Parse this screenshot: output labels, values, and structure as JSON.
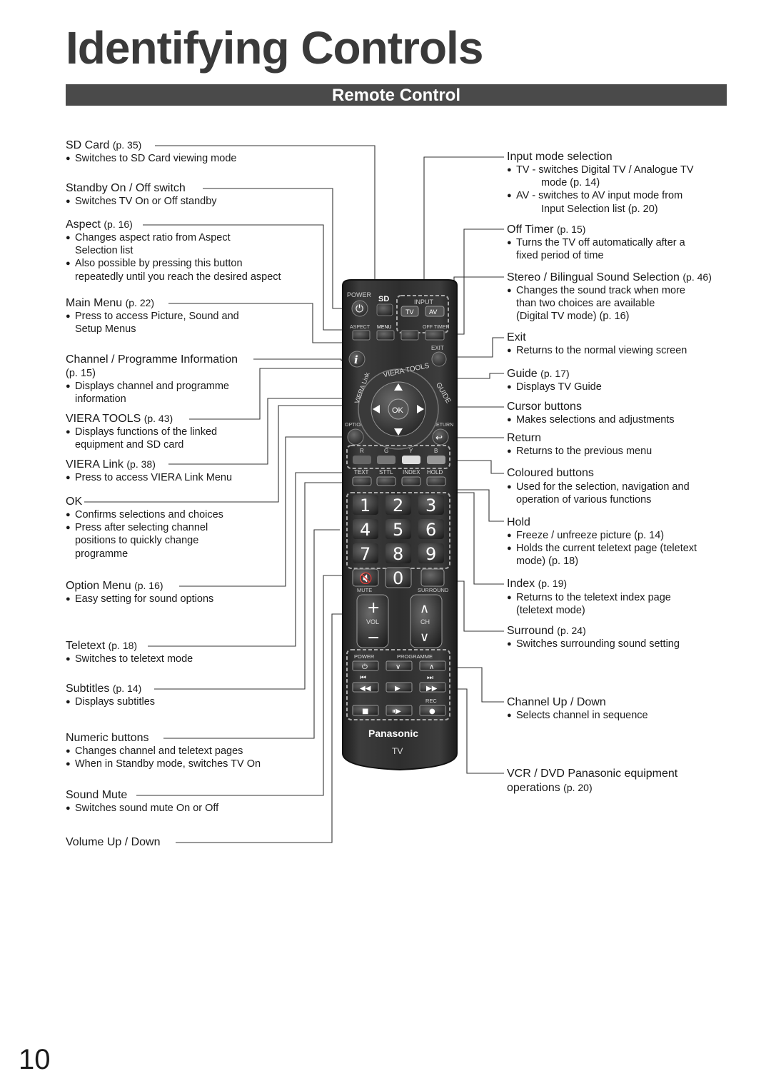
{
  "page": {
    "title": "Identifying Controls",
    "section": "Remote Control",
    "page_number": "10"
  },
  "left_labels": [
    {
      "label": "SD Card",
      "page": "(p. 35)",
      "desc": [
        "Switches to SD Card viewing mode"
      ]
    },
    {
      "label": "Standby On / Off switch",
      "page": "",
      "desc": [
        "Switches TV On or Off standby"
      ]
    },
    {
      "label": "Aspect",
      "page": "(p. 16)",
      "desc": [
        "Changes aspect ratio from Aspect",
        "Selection list",
        "Also possible by pressing this button",
        "repeatedly until you reach the desired aspect"
      ]
    },
    {
      "label": "Main Menu",
      "page": "(p. 22)",
      "desc": [
        "Press to access Picture, Sound and",
        "Setup Menus"
      ]
    },
    {
      "label": "Channel / Programme Information",
      "page": "(p. 15)",
      "desc": [
        "Displays channel and programme",
        "information"
      ]
    },
    {
      "label": "VIERA TOOLS",
      "page": "(p. 43)",
      "desc": [
        "Displays functions of the linked",
        "equipment and SD card"
      ]
    },
    {
      "label": "VIERA Link",
      "page": "(p. 38)",
      "desc": [
        "Press to access VIERA Link Menu"
      ]
    },
    {
      "label": "OK",
      "page": "",
      "desc": [
        "Confirms selections and choices",
        "Press after selecting channel",
        "positions to quickly change",
        "programme"
      ]
    },
    {
      "label": "Option Menu",
      "page": "(p. 16)",
      "desc": [
        "Easy setting for sound options"
      ]
    },
    {
      "label": "Teletext",
      "page": "(p. 18)",
      "desc": [
        "Switches to teletext mode"
      ]
    },
    {
      "label": "Subtitles",
      "page": "(p. 14)",
      "desc": [
        "Displays subtitles"
      ]
    },
    {
      "label": "Numeric buttons",
      "page": "",
      "desc": [
        "Changes channel and teletext pages",
        "When in Standby mode, switches TV On"
      ]
    },
    {
      "label": "Sound Mute",
      "page": "",
      "desc": [
        "Switches sound mute On or Off"
      ]
    },
    {
      "label": "Volume Up / Down",
      "page": "",
      "desc": []
    }
  ],
  "right_labels": [
    {
      "label": "Input mode selection",
      "page": "",
      "desc": [
        "TV - switches Digital TV / Analogue TV",
        "mode (p. 14)",
        "AV - switches to AV input mode from",
        "Input Selection list (p. 20)"
      ]
    },
    {
      "label": "Off Timer",
      "page": "(p. 15)",
      "desc": [
        "Turns the TV off automatically after a",
        "fixed period of time"
      ]
    },
    {
      "label": "Stereo / Bilingual Sound Selection",
      "page": "(p. 46)",
      "desc": [
        "Changes the sound track when more",
        "than two choices are available",
        "(Digital TV mode) (p. 16)"
      ]
    },
    {
      "label": "Exit",
      "page": "",
      "desc": [
        "Returns to the normal viewing screen"
      ]
    },
    {
      "label": "Guide",
      "page": "(p. 17)",
      "desc": [
        "Displays TV Guide"
      ]
    },
    {
      "label": "Cursor buttons",
      "page": "",
      "desc": [
        "Makes selections and adjustments"
      ]
    },
    {
      "label": "Return",
      "page": "",
      "desc": [
        "Returns to the previous menu"
      ]
    },
    {
      "label": "Coloured buttons",
      "page": "",
      "desc": [
        "Used for the selection, navigation and",
        "operation of various functions"
      ]
    },
    {
      "label": "Hold",
      "page": "",
      "desc": [
        "Freeze / unfreeze picture (p. 14)",
        "Holds the current teletext page (teletext",
        "mode) (p. 18)"
      ]
    },
    {
      "label": "Index",
      "page": "(p. 19)",
      "desc": [
        "Returns to the teletext index page",
        "(teletext mode)"
      ]
    },
    {
      "label": "Surround",
      "page": "(p. 24)",
      "desc": [
        "Switches surrounding sound setting"
      ]
    },
    {
      "label": "Channel Up / Down",
      "page": "",
      "desc": [
        "Selects channel in sequence"
      ]
    },
    {
      "label": "VCR / DVD Panasonic equipment",
      "page": "",
      "desc": []
    },
    {
      "label": "operations",
      "page": "(p. 20)",
      "desc": []
    }
  ],
  "remote": {
    "power": "POWER",
    "input": "INPUT",
    "tv": "TV",
    "av": "AV",
    "aspect": "ASPECT",
    "menu": "MENU",
    "off_timer": "OFF TIMER",
    "exit": "EXIT",
    "viera_tools": "VIERA TOOLS",
    "viera_link": "VIERA Link",
    "guide": "GUIDE",
    "ok": "OK",
    "option": "OPTION",
    "return": "RETURN",
    "color_keys": [
      "R",
      "G",
      "Y",
      "B"
    ],
    "text": "TEXT",
    "sttl": "STTL",
    "index": "INDEX",
    "hold": "HOLD",
    "digits": [
      "1",
      "2",
      "3",
      "4",
      "5",
      "6",
      "7",
      "8",
      "9",
      "0"
    ],
    "mute": "MUTE",
    "surround": "SURROUND",
    "vol": "VOL",
    "ch": "CH",
    "power2": "POWER",
    "programme": "PROGRAMME",
    "rec": "REC",
    "brand": "Panasonic",
    "model": "TV"
  }
}
